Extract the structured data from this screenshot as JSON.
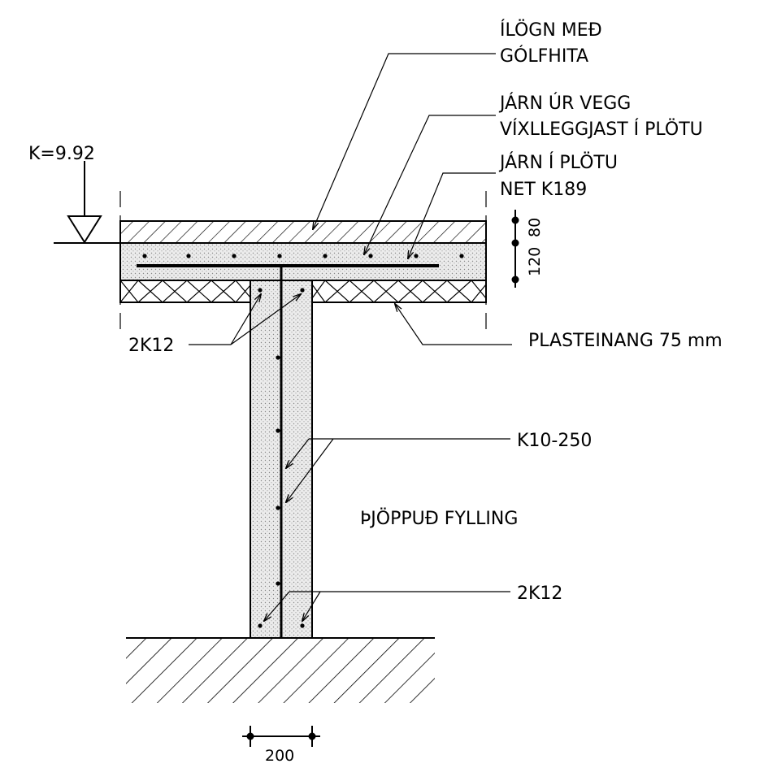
{
  "labels": {
    "elevation": "K=9.92",
    "screed_line1": "ÍLÖGN MEÐ",
    "screed_line2": "GÓLFHITA",
    "wall_bars_line1": "JÁRN ÚR VEGG",
    "wall_bars_line2": "VÍXLLEGGJAST Í PLÖTU",
    "slab_mesh_line1": "JÁRN Í PLÖTU",
    "slab_mesh_line2": "NET K189",
    "insulation": "PLASTEINANG 75 mm",
    "top_bars": "2K12",
    "stirrups": "K10-250",
    "fill": "ÞJÖPPUÐ FYLLING",
    "bottom_bars": "2K12"
  },
  "dimensions": {
    "screed_thickness": "80",
    "slab_thickness": "120",
    "wall_width": "200"
  }
}
